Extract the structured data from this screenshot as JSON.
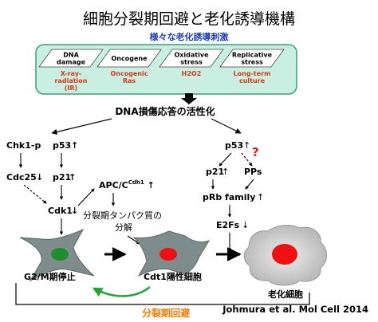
{
  "title": "細胞分裂期回避と老化誘導機構",
  "stimuli": {
    "header": "様々な老化誘導刺激",
    "items": [
      {
        "label_lines": [
          "DNA",
          "damage"
        ],
        "sub_lines": [
          "X-ray-",
          "radiation",
          "(IR)"
        ]
      },
      {
        "label_lines": [
          "Oncogene"
        ],
        "sub_lines": [
          "Oncogenic",
          "Ras"
        ]
      },
      {
        "label_lines": [
          "Oxidative",
          "stress"
        ],
        "sub_lines": [
          "H2O2"
        ]
      },
      {
        "label_lines": [
          "Replicative",
          "stress"
        ],
        "sub_lines": [
          "Long-term",
          "culture"
        ]
      }
    ]
  },
  "ddr": "DNA損傷応答の活性化",
  "nodes": {
    "chk1": "Chk1-p",
    "p53_left": "p53",
    "cdc25": "Cdc25",
    "p21_left": "p21",
    "cdk1": "Cdk1",
    "apc": "APC/C",
    "apc_sup": "Cdh1",
    "mitotic_degradation": [
      "分裂期タンパク質の",
      "分解"
    ],
    "p53_right": "p53",
    "question": "?",
    "p21_right": "p21",
    "pps": "PPs",
    "rb": "pRb family",
    "e2fs": "E2Fs"
  },
  "cells": {
    "g2m": "G2/M期停止",
    "cdt1": "Cdt1陽性細胞",
    "senescent": "老化細胞"
  },
  "bottom_label": "分裂期回避",
  "citation": "Johmura et al. Mol Cell 2014",
  "colors": {
    "title": "#000000",
    "header": "#1f3fbf",
    "stimulus_panel_bg": "#c9eee2",
    "stimulus_panel_border": "#3aa07e",
    "stimulus_sub": "#d83a1a",
    "cell_fill": "#7f8c8c",
    "green_nucleus": "#1e8e2e",
    "red_nucleus": "#ee1111",
    "senescent_fill": "#c4c4c4",
    "green_arrow": "#23a33a",
    "orange_label": "#ff7a00",
    "question": "#e0201c"
  }
}
